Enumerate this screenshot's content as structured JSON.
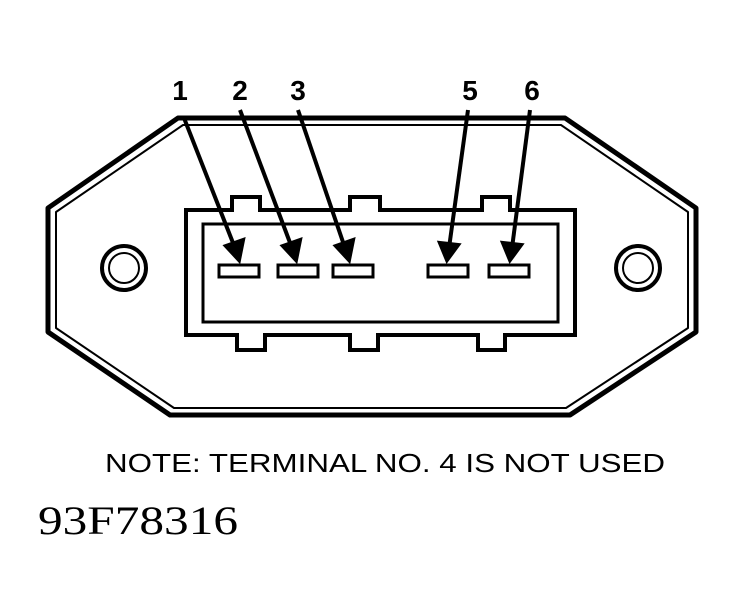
{
  "terminals": [
    {
      "number": "1"
    },
    {
      "number": "2"
    },
    {
      "number": "3"
    },
    {
      "number": "5"
    },
    {
      "number": "6"
    }
  ],
  "note": "NOTE: TERMINAL NO. 4 IS NOT USED",
  "figure_code": "93F78316",
  "colors": {
    "ink": "#000000",
    "background": "#ffffff"
  }
}
